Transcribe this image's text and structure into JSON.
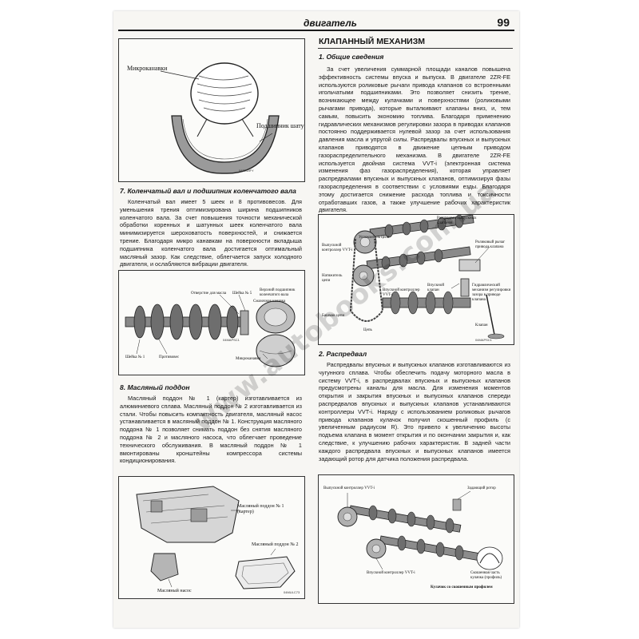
{
  "header": {
    "title": "двигатель",
    "page_number": "99"
  },
  "left": {
    "fig1": {
      "label_grooves": "Микроканавки",
      "label_bearing": "Подшипник шатуна",
      "code": "04FEDIFY"
    },
    "sec7": {
      "title": "7. Коленчатый вал и подшипник коленчатого вала",
      "text": "Коленчатый вал имеет 5 шеек и 8 противовесов. Для уменьшения трения оптимизирована ширина подшипников коленчатого вала. За счет повышения точности механической обработки коренных и шатунных шеек коленчатого вала минимизируется шероховатость поверхностей, и снижается трение. Благодаря микро канавкам на поверхности вкладыша подшипника коленчатого вала достигается оптимальный масляный зазор. Как следствие, облегчается запуск холодного двигателя, и ослабляются вибрации двигателя."
    },
    "fig2": {
      "label_oil_hole": "Отверстие для масла",
      "label_journal5": "Шейка № 5",
      "label_upper_bearing": "Верхний подшипник коленчатого вала",
      "label_oil_groove": "Смазочная канавка",
      "label_journal1": "Шейка № 1",
      "label_counterweight": "Противовес",
      "label_microgrooves": "Микроканавки",
      "code": "04MAPSC1"
    },
    "sec8": {
      "title": "8. Масляный поддон",
      "text": "Масляный поддон № 1 (картер) изготавливается из алюминиевого сплава. Масляный поддон № 2 изготавливается из стали. Чтобы повысить компактность двигателя, масляный насос устанавливается в масляный поддон № 1. Конструкция масляного поддона № 1 позволяет снимать поддон без снятия масляного поддона № 2 и масляного насоса, что облегчает проведение технического обслуживания. В масляный поддон № 1 вмонтированы кронштейны компрессора системы кондиционирования."
    },
    "fig3": {
      "label_pan1": "Масляный поддон № 1 (картер)",
      "label_pan2": "Масляный поддон № 2",
      "label_pump": "Масляный насос",
      "code": "04MULC73"
    }
  },
  "right": {
    "main_title": "КЛАПАННЫЙ МЕХАНИЗМ",
    "sec1": {
      "title": "1. Общие сведения",
      "text": "За счет увеличения суммарной площади каналов повышена эффективность системы впуска и выпуска. В двигателе 2ZR-FE используются роликовые рычаги привода клапанов со встроенными игольчатыми подшипниками. Это позволяет снизить трение, возникающее между кулачками и поверхностями (роликовыми рычагами привода), которые выталкивают клапаны вниз, и, тем самым, повысить экономию топлива. Благодаря применению гидравлических механизмов регулировки зазора в приводах клапанов постоянно поддерживается нулевой зазор за счет использования давления масла и упругой силы. Распредвалы впускных и выпускных клапанов приводятся в движение цепным приводом газораспределительного механизма. В двигателе 2ZR-FE используется двойная система VVT-i (электронная система изменения фаз газораспределения), которая управляет распредвалами впускных и выпускных клапанов, оптимизируя фазы газораспределения в соответствии с условиями езды. Благодаря этому достигается снижение расхода топлива и токсичности отработавших газов, а также улучшение рабочих характеристик двигателя."
    },
    "fig4": {
      "label_exhaust_cams": "Распредвал выпускных клапанов",
      "label_exhaust_vvt": "Выпускной контроллер VVT-i",
      "label_chain_damper": "Успокоитель цепи",
      "label_roller_arm": "Роликовый рычаг привода клапана",
      "label_tensioner": "Натяжитель цепи",
      "label_intake_vvt": "Впускной контроллер VVT-i",
      "label_intake_valve": "Впускной клапан",
      "label_hydraulic": "Гидравлический механизм регулировки зазора в приводе клапана",
      "label_chain_guide": "Башмак цепи",
      "label_valve": "Клапан",
      "label_chain": "Цепь",
      "code": "04MAPSC1"
    },
    "sec2": {
      "title": "2. Распредвал",
      "text": "Распредвалы впускных и выпускных клапанов изготавливаются из чугунного сплава. Чтобы обеспечить подачу моторного масла в систему VVT-i, в распредвалах впускных и выпускных клапанов предусмотрены каналы для масла. Для изменения моментов открытия и закрытия впускных и выпускных клапанов спереди распредвалов впускных и выпускных клапанов устанавливаются контроллеры VVT-i. Наряду с использованием роликовых рычагов привода клапанов кулачок получил скошенный профиль (с увеличенным радиусом R). Это привело к увеличению высоты подъема клапана в момент открытия и по окончании закрытия и, как следствие, к улучшению рабочих характеристик. В задней части каждого распредвала впускных и выпускных клапанов имеется задающий ротор для датчика положения распредвала."
    },
    "fig5": {
      "label_exhaust_vvt": "Выпускной контроллер VVT-i",
      "label_rotor": "Задающий ротор",
      "label_intake_vvt": "Впускной контроллер VVT-i",
      "label_beveled": "Скошенная часть кулачка (профиль)",
      "label_cam_profile": "Кулачок со скошенным профилем"
    }
  },
  "watermark": "www.autobooks.com.ua"
}
